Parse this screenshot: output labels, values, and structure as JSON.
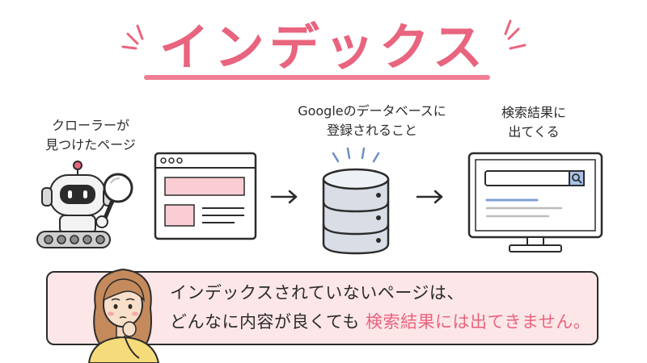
{
  "title": "インデックス",
  "steps": {
    "crawler_label_line1": "クローラーが",
    "crawler_label_line2": "見つけたページ",
    "database_label_line1": "Googleのデータベースに",
    "database_label_line2": "登録されること",
    "results_label_line1": "検索結果に",
    "results_label_line2": "出てくる"
  },
  "callout": {
    "line1": "インデックスされていないページは、",
    "line2_prefix": "どんなに内容が良くても",
    "line2_accent": "検索結果には出てきません。"
  },
  "icons": {
    "robot": "robot-with-magnifier-icon",
    "webpage": "browser-page-icon",
    "database": "database-icon",
    "monitor": "monitor-search-icon",
    "woman": "thinking-woman-icon",
    "arrow": "right-arrow-icon"
  },
  "colors": {
    "accent": "#e9647e",
    "pink_block": "#f9cdd3",
    "callout_bg": "#fde6e8",
    "search_blue": "#a9c2e6"
  }
}
